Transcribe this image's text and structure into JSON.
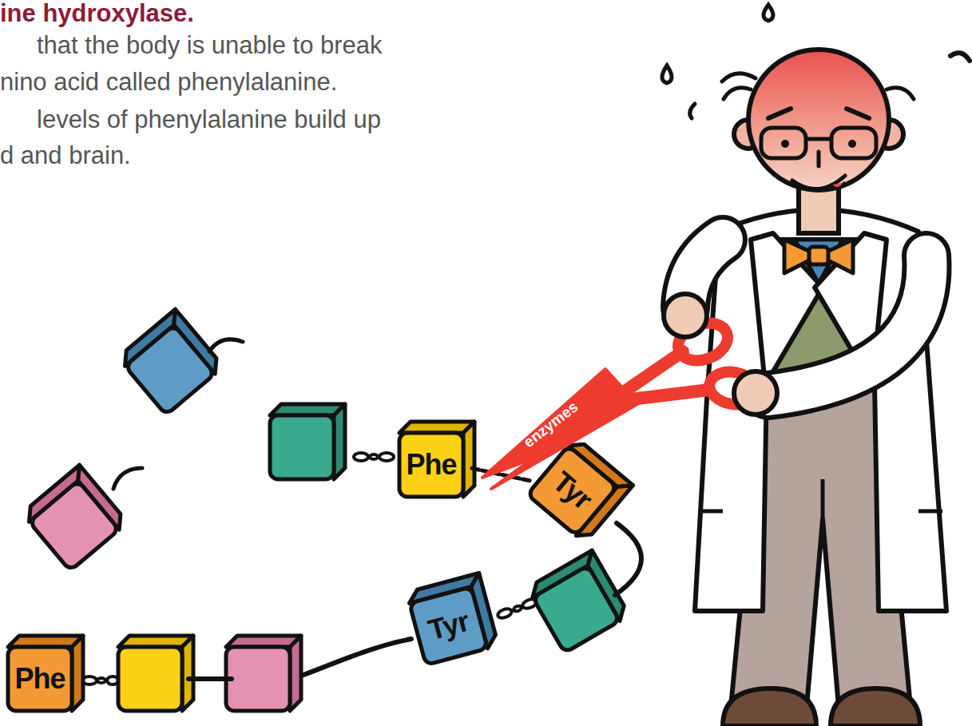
{
  "diagram": {
    "nodes": [
      {
        "text": [
          "Phe"
        ]
      },
      {
        "text": [
          "Tyr"
        ]
      },
      {
        "text": [
          "Tyr"
        ]
      },
      {
        "text": [
          "Phe"
        ]
      }
    ],
    "edges": [
      {
        "from": 0,
        "to": 1,
        "arrow": "none"
      }
    ],
    "labels": [
      "ine hydroxylase.",
      "that the body is unable to break",
      "nino acid called phenylalanine.",
      "levels of phenylalanine build up",
      "d and brain.",
      "enzymes"
    ]
  }
}
